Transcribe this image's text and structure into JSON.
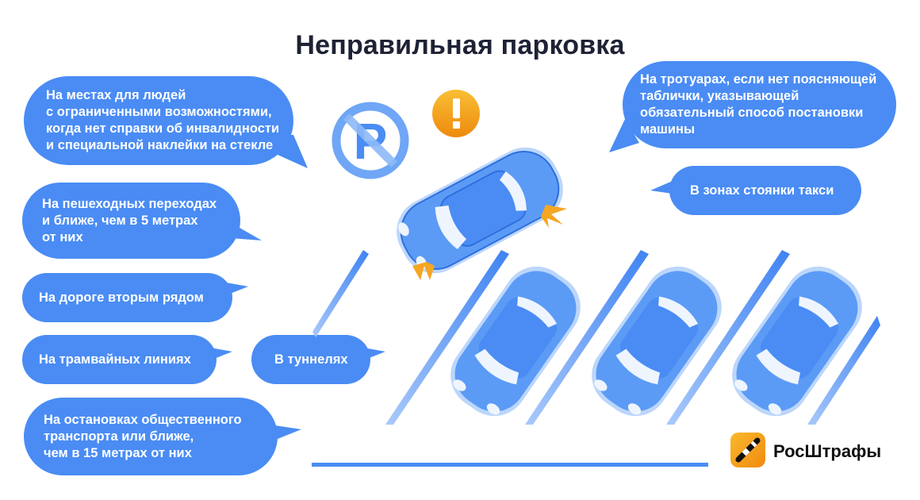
{
  "title": "Неправильная парковка",
  "colors": {
    "bubble": "#4a8cf4",
    "title": "#1e2235",
    "car": "#5b9bf6",
    "warning": "#f5a623",
    "line": "#4a8cf4"
  },
  "bubbles": [
    {
      "text": "На местах для людей\nс ограниченными возможностями,\nкогда нет справки об инвалидности\nи специальной наклейки на стекле"
    },
    {
      "text": "На пешеходных переходах\nи ближе, чем в 5 метрах\nот них"
    },
    {
      "text": "На дороге вторым рядом"
    },
    {
      "text": "На трамвайных линиях"
    },
    {
      "text": "В туннелях"
    },
    {
      "text": "На остановках общественного\nтранспорта или ближе,\nчем в 15 метрах от них"
    },
    {
      "text": "На тротуарах, если нет поясняющей\nтаблички, указывающей\nобязательный способ постановки\nмашины"
    },
    {
      "text": "В зонах стоянки такси"
    }
  ],
  "icons": {
    "no_parking": "no-parking-sign",
    "warning": "exclamation-warning",
    "warning_glyph": "!",
    "parking_letter": "P"
  },
  "brand": {
    "name": "РосШтрафы"
  }
}
